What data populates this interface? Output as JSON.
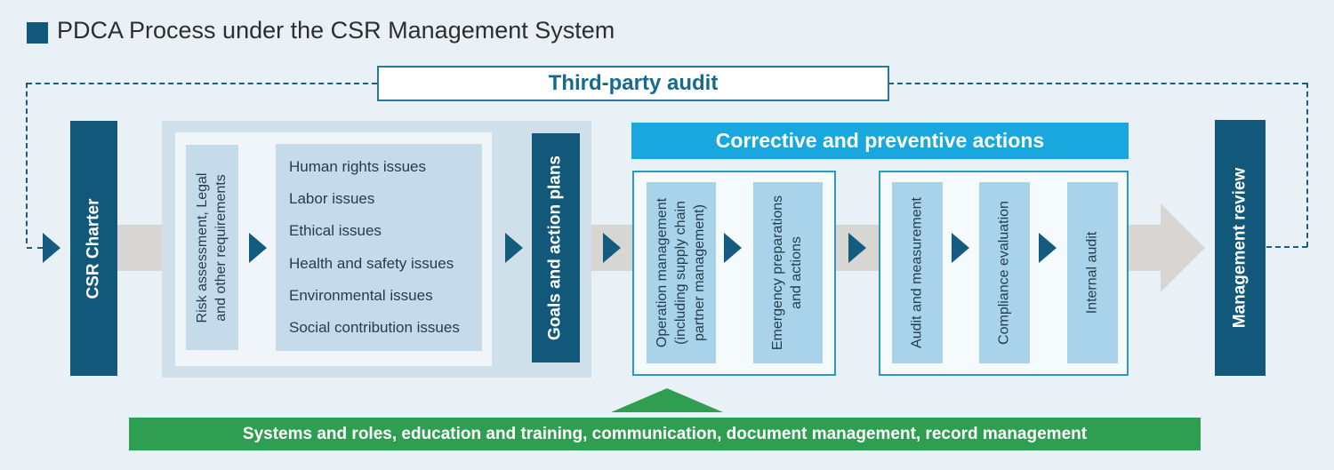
{
  "title": {
    "text": "PDCA Process under the CSR Management System"
  },
  "third_party_audit": {
    "label": "Third-party audit"
  },
  "csr_charter": {
    "label": "CSR Charter"
  },
  "plan": {
    "risk_label": "Risk assessment, Legal\nand other requirements",
    "issues": [
      "Human rights issues",
      "Labor issues",
      "Ethical issues",
      "Health and safety issues",
      "Environmental issues",
      "Social contribution issues"
    ],
    "goals_label": "Goals and action plans"
  },
  "corrective": {
    "banner": "Corrective and preventive actions",
    "operation_label": "Operation management\n(including supply chain\npartner management)",
    "emergency_label": "Emergency preparations\nand actions",
    "audit_label": "Audit and measurement",
    "compliance_label": "Compliance evaluation",
    "internal_audit_label": "Internal audit"
  },
  "management_review": {
    "label": "Management review"
  },
  "foundation": {
    "banner": "Systems and roles, education and training, communication, document management, record management"
  },
  "colors": {
    "bg": "#e9f1f7",
    "dark_teal": "#11587b",
    "arrow_teal": "#135c80",
    "cyan": "#18a8de",
    "sky_blue": "#a8d3ea",
    "pale_blue": "#c5dbe9",
    "container_blue": "#cfe0eb",
    "inner_white": "#eff5f9",
    "group_bg": "#f5fafd",
    "group_border": "#2b9ac2",
    "tpa_border": "#2a7898",
    "text_teal": "#176a8e",
    "text_dark": "#2e2e2e",
    "text_body": "#243d4d",
    "gray": "#d8d6d3",
    "green": "#2f9e51",
    "dash": "#1e5d7d"
  }
}
